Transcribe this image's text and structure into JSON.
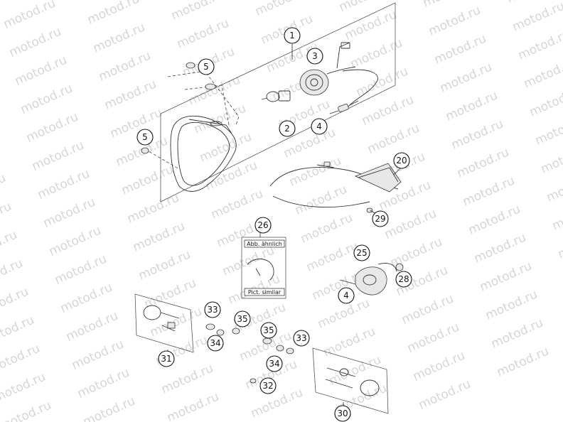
{
  "watermark": "motod.ru",
  "callouts": [
    {
      "id": "1",
      "label": "1"
    },
    {
      "id": "2",
      "label": "2"
    },
    {
      "id": "3",
      "label": "3"
    },
    {
      "id": "4a",
      "label": "4"
    },
    {
      "id": "4b",
      "label": "4"
    },
    {
      "id": "5a",
      "label": "5"
    },
    {
      "id": "5b",
      "label": "5"
    },
    {
      "id": "20",
      "label": "20"
    },
    {
      "id": "25",
      "label": "25"
    },
    {
      "id": "26",
      "label": "26"
    },
    {
      "id": "28",
      "label": "28"
    },
    {
      "id": "29",
      "label": "29"
    },
    {
      "id": "30",
      "label": "30"
    },
    {
      "id": "31",
      "label": "31"
    },
    {
      "id": "32",
      "label": "32"
    },
    {
      "id": "33a",
      "label": "33"
    },
    {
      "id": "33b",
      "label": "33"
    },
    {
      "id": "34a",
      "label": "34"
    },
    {
      "id": "34b",
      "label": "34"
    },
    {
      "id": "35a",
      "label": "35"
    },
    {
      "id": "35b",
      "label": "35"
    }
  ],
  "similar_panel": {
    "top_label": "Abb. ähnlich",
    "bottom_label": "Pict. similar"
  }
}
